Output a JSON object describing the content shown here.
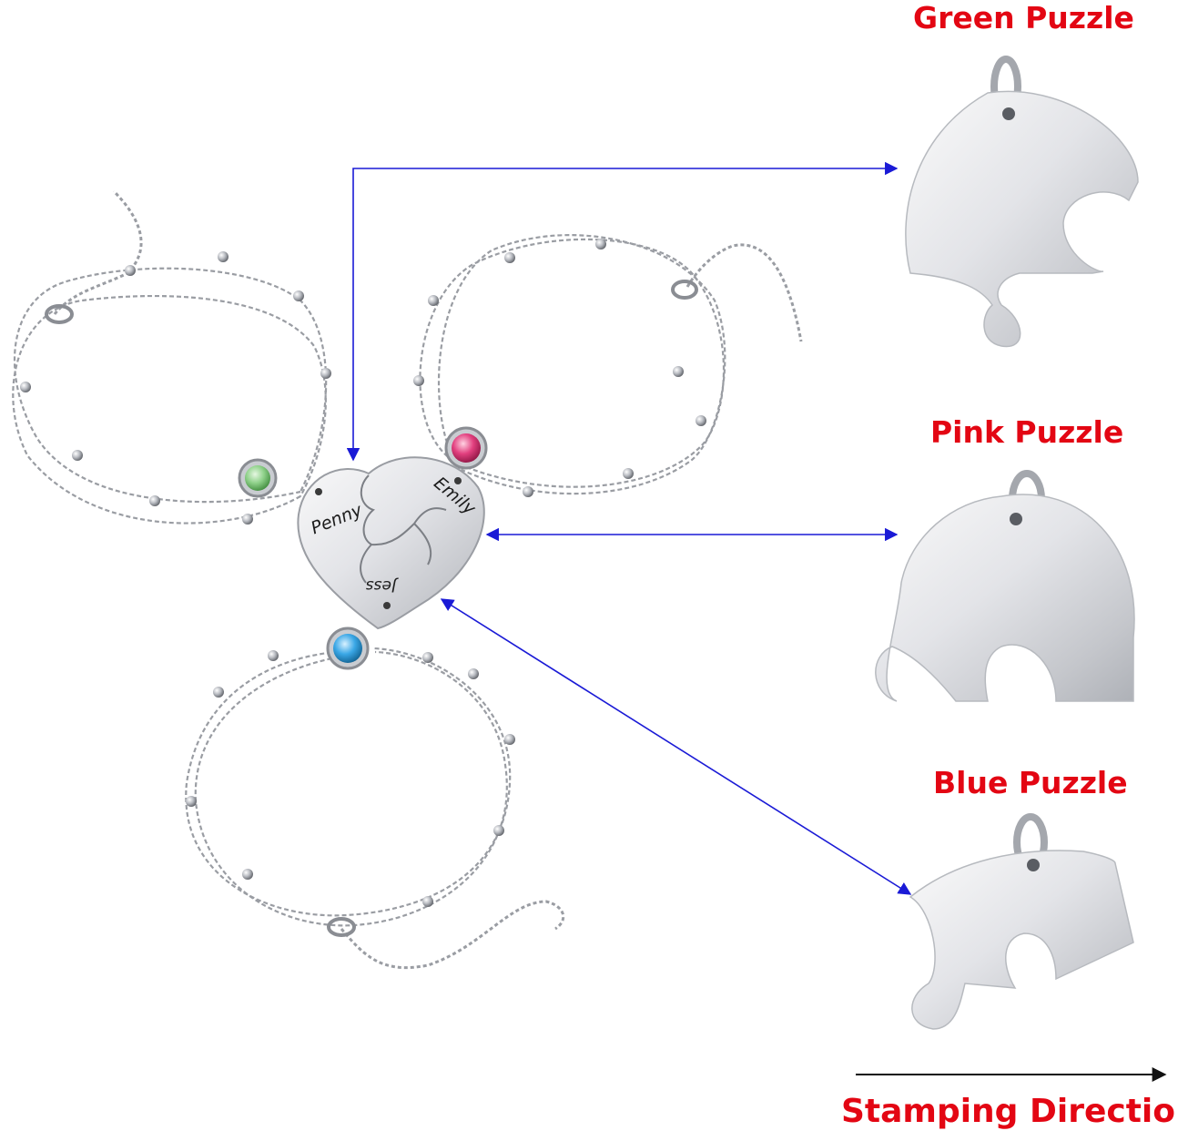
{
  "colors": {
    "label": "#e30613",
    "arrow": "#1a1ad6",
    "metal_light": "#f2f2f4",
    "metal_mid": "#cfd1d6",
    "metal_dark": "#8a8d93",
    "chain": "#9a9da3",
    "engraving": "#1b1b1b",
    "gem_green": "#8fd18a",
    "gem_pink": "#e2407f",
    "gem_blue": "#3aa7e6",
    "stamp_arrow": "#111111"
  },
  "labels": {
    "green_puzzle": "Green Puzzle",
    "pink_puzzle": "Pink Puzzle",
    "blue_puzzle": "Blue Puzzle",
    "stamping_direction": "Stamping Direction"
  },
  "engravings": {
    "left": "Penny",
    "right": "Emily",
    "bottom": "Jess"
  },
  "icons": {
    "green_piece": "puzzle-piece-icon",
    "pink_piece": "puzzle-piece-icon",
    "blue_piece": "puzzle-piece-icon",
    "heart": "heart-icon",
    "gem": "gem-icon"
  }
}
